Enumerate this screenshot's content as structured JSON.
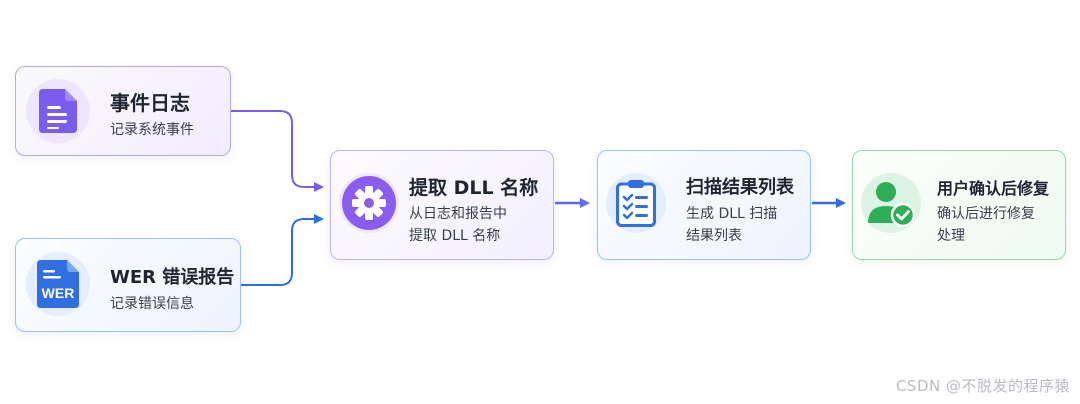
{
  "nodes": {
    "event_log": {
      "title": "事件日志",
      "desc": "记录系统事件",
      "icon": "document-icon"
    },
    "wer_report": {
      "title": "WER 错误报告",
      "desc": "记录错误信息",
      "icon": "wer-document-icon",
      "icon_text": "WER"
    },
    "extract_dll": {
      "title": "提取 DLL 名称",
      "desc_line1": "从日志和报告中",
      "desc_line2": "提取 DLL 名称",
      "icon": "gear-icon"
    },
    "scan_results": {
      "title": "扫描结果列表",
      "desc_line1": "生成 DLL 扫描",
      "desc_line2": "结果列表",
      "icon": "clipboard-checklist-icon"
    },
    "user_confirm": {
      "title": "用户确认后修复",
      "desc_line1": "确认后进行修复",
      "desc_line2": "处理",
      "icon": "user-check-icon"
    }
  },
  "colors": {
    "purple": "#7b5cf0",
    "blue": "#2f6fe0",
    "green": "#2fae58"
  },
  "watermark": "CSDN @不脱发的程序猿"
}
